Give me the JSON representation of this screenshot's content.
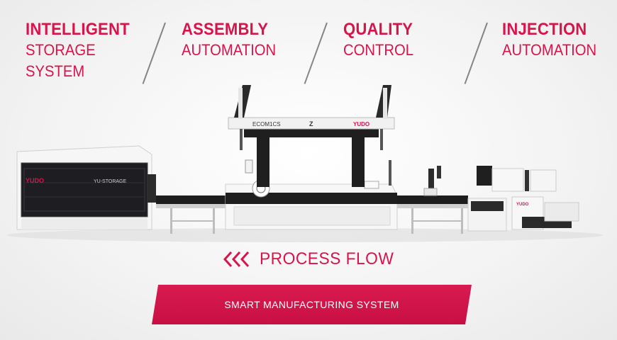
{
  "headings": [
    {
      "bold": "INTELLIGENT",
      "light1": "STORAGE",
      "light2": "SYSTEM"
    },
    {
      "bold": "ASSEMBLY",
      "light1": "AUTOMATION",
      "light2": ""
    },
    {
      "bold": "QUALITY",
      "light1": "CONTROL",
      "light2": ""
    },
    {
      "bold": "INJECTION",
      "light1": "AUTOMATION",
      "light2": ""
    }
  ],
  "machine": {
    "storage_brand": "YUDO",
    "storage_panel": "YU-STORAGE",
    "gantry_brand": "YUDO",
    "gantry_model": "ECOM1CS",
    "gantry_axis": "Z",
    "cell_brand": "YUDO"
  },
  "flow_label": "PROCESS FLOW",
  "banner_label": "SMART MANUFACTURING SYSTEM",
  "colors": {
    "accent": "#d6154b",
    "banner": "#c80f43",
    "frame": "#2a2a2a"
  }
}
